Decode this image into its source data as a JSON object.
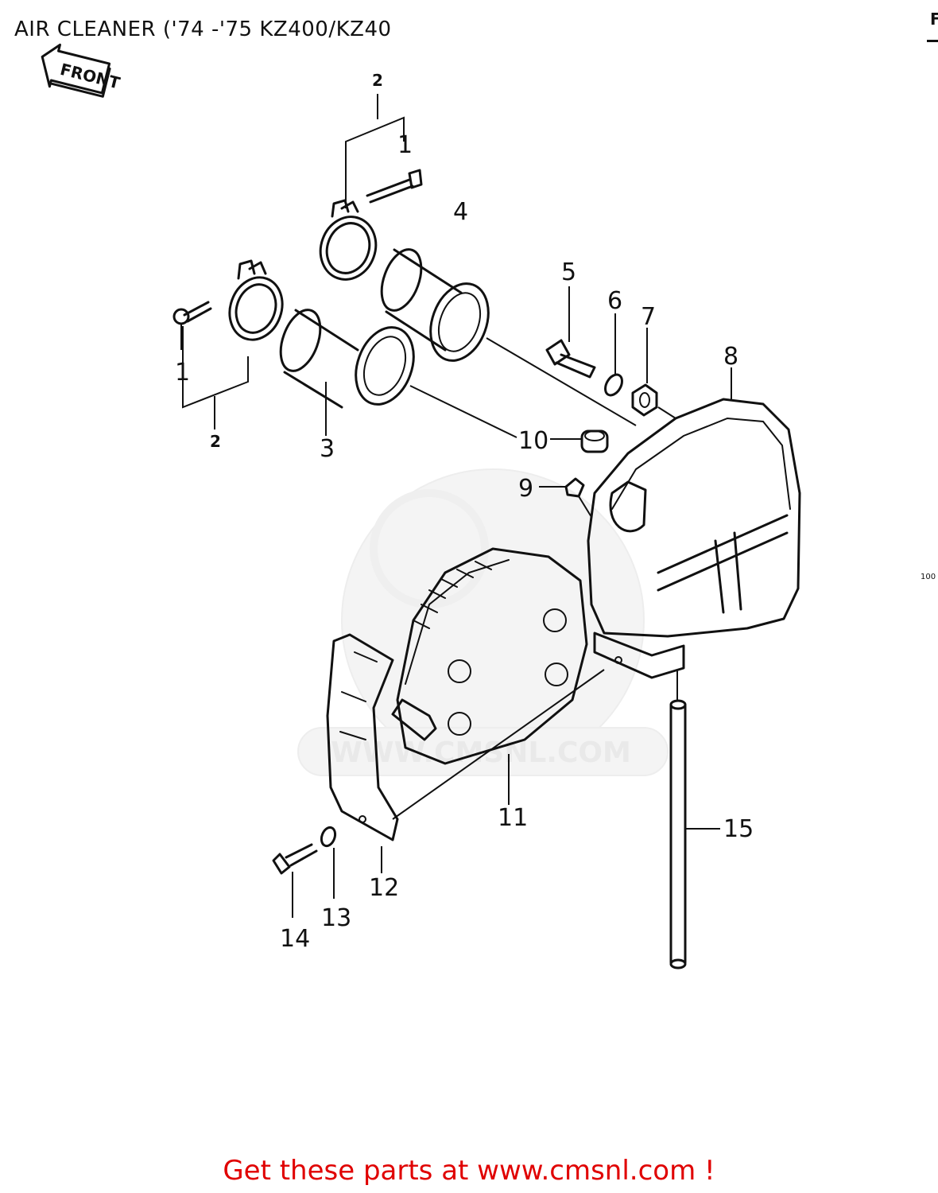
{
  "title": "AIR CLEANER ('74 -'75 KZ400/KZ40",
  "cut_letter": "F",
  "diagram_code": "100",
  "front_label": "FRONT",
  "callouts": [
    "1",
    "1",
    "2",
    "2",
    "3",
    "4",
    "5",
    "6",
    "7",
    "8",
    "9",
    "10",
    "11",
    "12",
    "13",
    "14",
    "15"
  ],
  "watermark_text": "WWW.CMSNL.COM",
  "footer": "Get these parts at www.cmsnl.com !",
  "colors": {
    "footer": "#e00000",
    "ink": "#111111",
    "watermark": "#e6e6e6"
  }
}
